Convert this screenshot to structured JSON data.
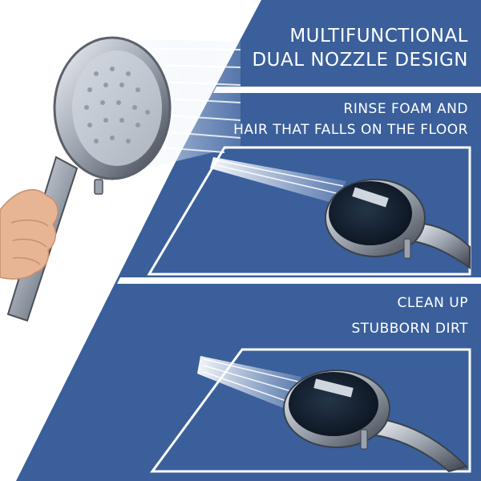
{
  "colors": {
    "panel_blue": "#3a5f9b",
    "panel_blue_dark": "#2d4d84",
    "divider_white": "#ffffff",
    "chrome_light": "#e9edf2",
    "chrome_dark": "#6d7480",
    "skin": "#e7b594",
    "water_spray": "#dfe9f7"
  },
  "header": {
    "headline_line1": "MULTIFUNCTIONAL",
    "headline_line2": "DUAL NOZZLE DESIGN"
  },
  "panels": [
    {
      "line1": "RINSE FOAM AND",
      "line2": "HAIR THAT FALLS ON THE FLOOR"
    },
    {
      "line1": "CLEAN UP",
      "line2": "STUBBORN DIRT"
    }
  ],
  "icons": {
    "hero": "hand-holding-shower-head-icon",
    "spray": "water-spray-icon",
    "nozzle": "back-nozzle-shower-head-icon"
  }
}
